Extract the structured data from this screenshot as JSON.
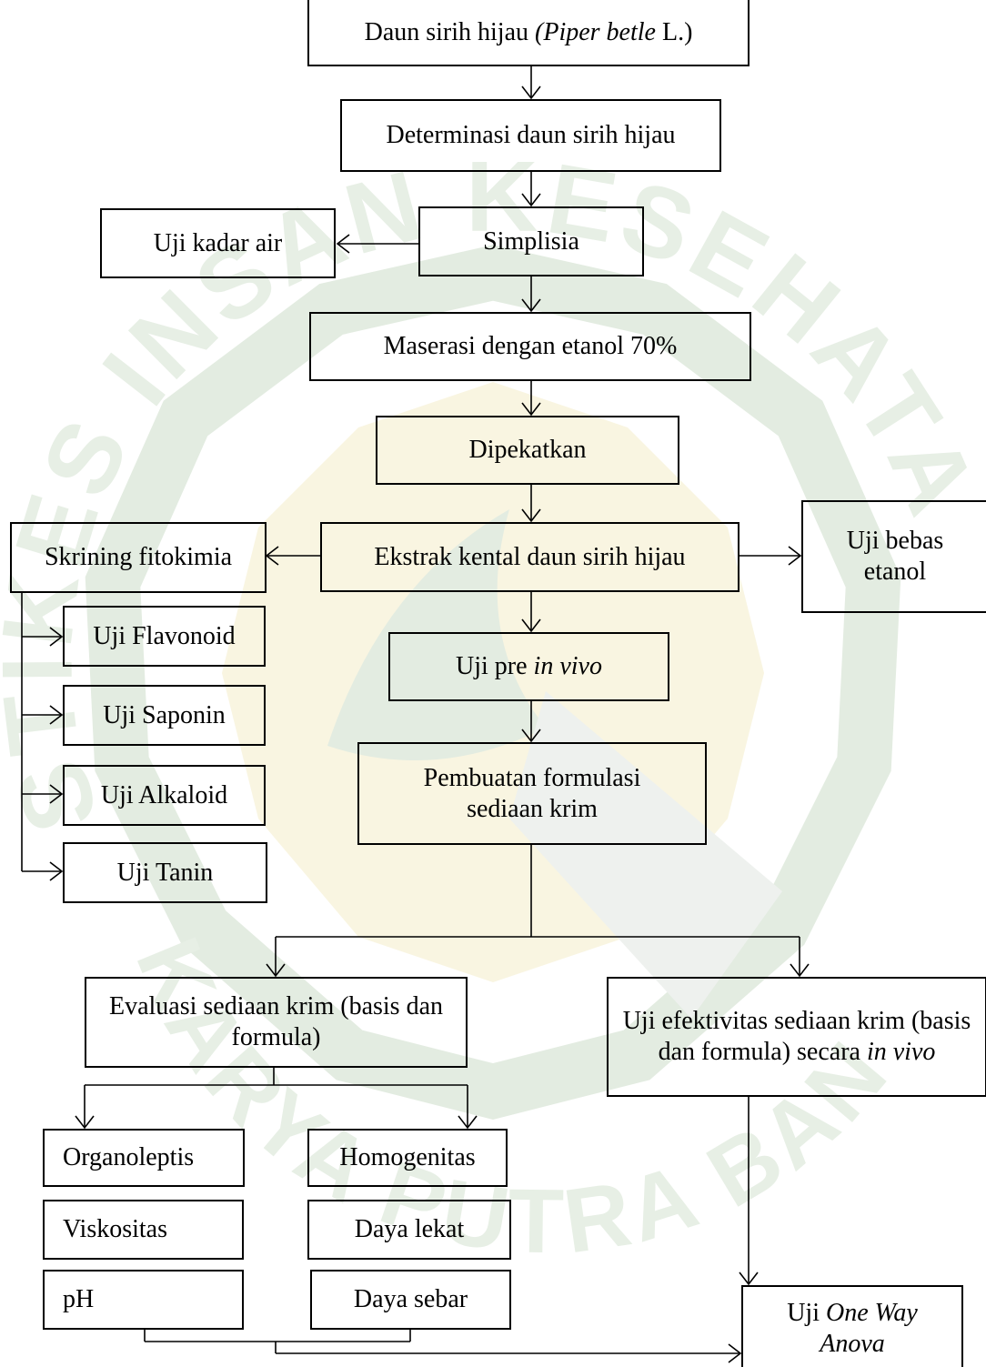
{
  "diagram": {
    "nodes": {
      "daun": {
        "parts": [
          {
            "text": "Daun sirih hijau "
          },
          {
            "text": "(Piper betle",
            "italic": true
          },
          {
            "text": " L.)"
          }
        ]
      },
      "determinasi": {
        "parts": [
          {
            "text": "Determinasi daun sirih hijau"
          }
        ]
      },
      "simplisia": {
        "parts": [
          {
            "text": "Simplisia"
          }
        ]
      },
      "kadar_air": {
        "parts": [
          {
            "text": "Uji kadar air"
          }
        ]
      },
      "maserasi": {
        "parts": [
          {
            "text": "Maserasi dengan etanol 70%"
          }
        ]
      },
      "dipekatkan": {
        "parts": [
          {
            "text": "Dipekatkan"
          }
        ]
      },
      "ekstrak": {
        "parts": [
          {
            "text": "Ekstrak kental daun sirih hijau"
          }
        ]
      },
      "skrining": {
        "parts": [
          {
            "text": "Skrining fitokimia"
          }
        ]
      },
      "bebas_etanol": {
        "parts": [
          {
            "text": "Uji bebas etanol"
          }
        ]
      },
      "flavonoid": {
        "parts": [
          {
            "text": "Uji Flavonoid"
          }
        ]
      },
      "saponin": {
        "parts": [
          {
            "text": "Uji Saponin"
          }
        ]
      },
      "alkaloid": {
        "parts": [
          {
            "text": "Uji Alkaloid"
          }
        ]
      },
      "tanin": {
        "parts": [
          {
            "text": "Uji Tanin"
          }
        ]
      },
      "pre_in_vivo": {
        "parts": [
          {
            "text": "Uji pre "
          },
          {
            "text": "in vivo",
            "italic": true
          }
        ]
      },
      "formulasi": {
        "parts": [
          {
            "text": "Pembuatan formulasi sediaan krim"
          }
        ]
      },
      "evaluasi": {
        "parts": [
          {
            "text": "Evaluasi sediaan krim (basis dan formula)"
          }
        ]
      },
      "efektivitas": {
        "parts": [
          {
            "text": "Uji efektivitas sediaan krim (basis dan formula) secara "
          },
          {
            "text": "in vivo",
            "italic": true
          }
        ]
      },
      "organoleptis": {
        "parts": [
          {
            "text": "Organoleptis"
          }
        ]
      },
      "homogenitas": {
        "parts": [
          {
            "text": "Homogenitas"
          }
        ]
      },
      "viskositas": {
        "parts": [
          {
            "text": "Viskositas"
          }
        ]
      },
      "daya_lekat": {
        "parts": [
          {
            "text": "Daya lekat"
          }
        ]
      },
      "ph": {
        "parts": [
          {
            "text": "pH"
          }
        ]
      },
      "daya_sebar": {
        "parts": [
          {
            "text": "Daya sebar"
          }
        ]
      },
      "anova": {
        "parts": [
          {
            "text": "Uji "
          },
          {
            "text": "One Way Anova",
            "italic": true
          }
        ]
      }
    },
    "watermark": {
      "arc_text": "STIKES INSAN KESEHATAN KARYA PUTRA BANGSA",
      "colors": {
        "green": "#e3ece1",
        "gold": "#f4ecc8",
        "text": "#e7efe5"
      }
    }
  }
}
